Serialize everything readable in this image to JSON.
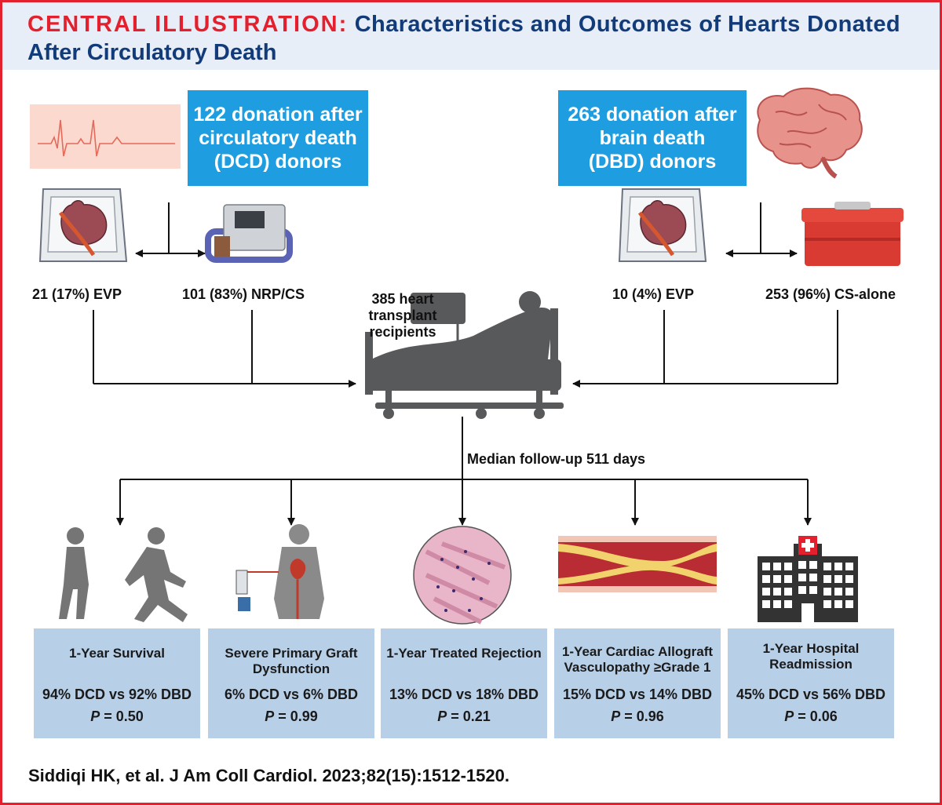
{
  "header": {
    "label": "CENTRAL ILLUSTRATION:",
    "title_line1": "Characteristics and Outcomes of Hearts Donated",
    "title_line2": "After Circulatory Death"
  },
  "donors": {
    "dcd": "122 donation after circulatory death (DCD) donors",
    "dcd_lines": [
      "122 donation after",
      "circulatory death",
      "(DCD) donors"
    ],
    "dbd_lines": [
      "263 donation after",
      "brain death",
      "(DBD) donors"
    ]
  },
  "preservation": {
    "dcd_evp": "21 (17%) EVP",
    "dcd_nrp": "101 (83%) NRP/CS",
    "dbd_evp": "10 (4%) EVP",
    "dbd_cs": "253 (96%) CS-alone"
  },
  "recipients": [
    "385 heart",
    "transplant",
    "recipients"
  ],
  "followup": "Median follow-up 511 days",
  "outcomes": [
    {
      "title": [
        "1-Year Survival"
      ],
      "values": "94% DCD vs 92% DBD",
      "p_label": "P",
      "p_value": " = 0.50"
    },
    {
      "title": [
        "Severe Primary Graft",
        "Dysfunction"
      ],
      "values": "6% DCD vs 6% DBD",
      "p_label": "P",
      "p_value": " = 0.99"
    },
    {
      "title": [
        "1-Year Treated Rejection"
      ],
      "values": "13% DCD vs 18% DBD",
      "p_label": "P",
      "p_value": " = 0.21"
    },
    {
      "title": [
        "1-Year Cardiac Allograft",
        "Vasculopathy ≥Grade 1"
      ],
      "values": "15% DCD vs 14% DBD",
      "p_label": "P",
      "p_value": " = 0.96"
    },
    {
      "title": [
        "1-Year Hospital",
        "Readmission"
      ],
      "values": "45% DCD vs 56% DBD",
      "p_label": "P",
      "p_value": " = 0.06"
    }
  ],
  "citation": "Siddiqi HK, et al. J Am Coll Cardiol. 2023;82(15):1512-1520.",
  "colors": {
    "accent_red": "#e3202d",
    "title_navy": "#123b7a",
    "donor_blue": "#1e9ee0",
    "outcome_box": "#b8cfe8",
    "silhouette_gray": "#757575"
  }
}
